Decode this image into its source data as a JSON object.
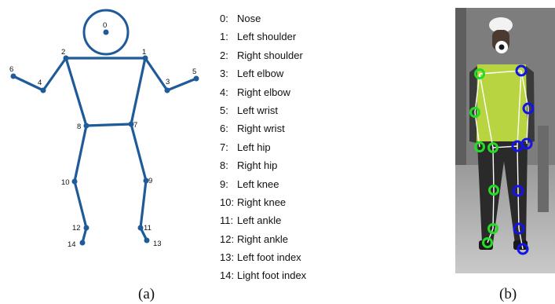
{
  "colors": {
    "skeleton": "#1f5a99",
    "left_marker": "#1414e6",
    "right_marker": "#22dd22",
    "bone": "#ffffff",
    "head_marker": "#ffffff",
    "vest": "#b8d440",
    "trousers": "#2a2a2a",
    "helmet": "#f2f2f2"
  },
  "skeleton_labels": [
    "0",
    "1",
    "2",
    "3",
    "4",
    "5",
    "6",
    "7",
    "8",
    "9",
    "10",
    "11",
    "12",
    "13",
    "14"
  ],
  "joint_list": [
    {
      "idx": "0:",
      "name": "Nose"
    },
    {
      "idx": "1:",
      "name": "Left shoulder"
    },
    {
      "idx": "2:",
      "name": "Right shoulder"
    },
    {
      "idx": "3:",
      "name": "Left elbow"
    },
    {
      "idx": "4:",
      "name": "Right elbow"
    },
    {
      "idx": "5:",
      "name": "Left wrist"
    },
    {
      "idx": "6:",
      "name": "Right wrist"
    },
    {
      "idx": "7:",
      "name": "Left hip"
    },
    {
      "idx": "8:",
      "name": "Right hip"
    },
    {
      "idx": "9:",
      "name": "Left knee"
    },
    {
      "idx": "10:",
      "name": "Right knee"
    },
    {
      "idx": "11:",
      "name": "Left ankle"
    },
    {
      "idx": "12:",
      "name": "Right ankle"
    },
    {
      "idx": "13:",
      "name": "Left foot index"
    },
    {
      "idx": "14:",
      "name": "Light foot index"
    }
  ],
  "captions": {
    "a": "(a)",
    "b": "(b)"
  }
}
